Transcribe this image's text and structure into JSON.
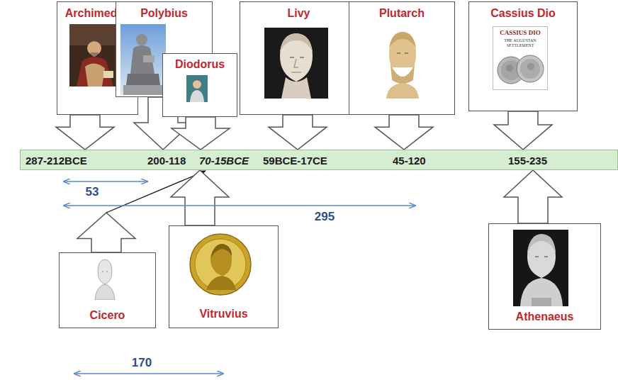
{
  "diagram": {
    "nodes": [
      {
        "text": [
          "Archimedes"
        ]
      },
      {
        "text": [
          "Polybius"
        ]
      },
      {
        "text": [
          "Diodorus"
        ]
      },
      {
        "text": [
          "Livy"
        ]
      },
      {
        "text": [
          "Plutarch"
        ]
      },
      {
        "text": [
          "Cassius Dio",
          "CASSIUS DIO",
          "THE AUGUSTAN SETTLEMENT"
        ]
      },
      {
        "text": [
          "287-212BCE",
          "200-118",
          "70-15BCE",
          "59BCE-17CE",
          "45-120",
          "155-235"
        ]
      },
      {
        "text": [
          "Cicero"
        ]
      },
      {
        "text": [
          "Vitruvius"
        ]
      },
      {
        "text": [
          "Athenaeus"
        ]
      }
    ],
    "edges": [
      {
        "from": 0,
        "to": 6,
        "arrow": "to"
      },
      {
        "from": 1,
        "to": 6,
        "arrow": "to"
      },
      {
        "from": 2,
        "to": 6,
        "arrow": "to"
      },
      {
        "from": 3,
        "to": 6,
        "arrow": "to"
      },
      {
        "from": 4,
        "to": 6,
        "arrow": "to"
      },
      {
        "from": 5,
        "to": 6,
        "arrow": "to"
      },
      {
        "from": 7,
        "to": 6,
        "arrow": "to"
      },
      {
        "from": 8,
        "to": 6,
        "arrow": "to"
      },
      {
        "from": 9,
        "to": 6,
        "arrow": "to"
      }
    ],
    "labels": [
      "53",
      "295",
      "170"
    ]
  }
}
